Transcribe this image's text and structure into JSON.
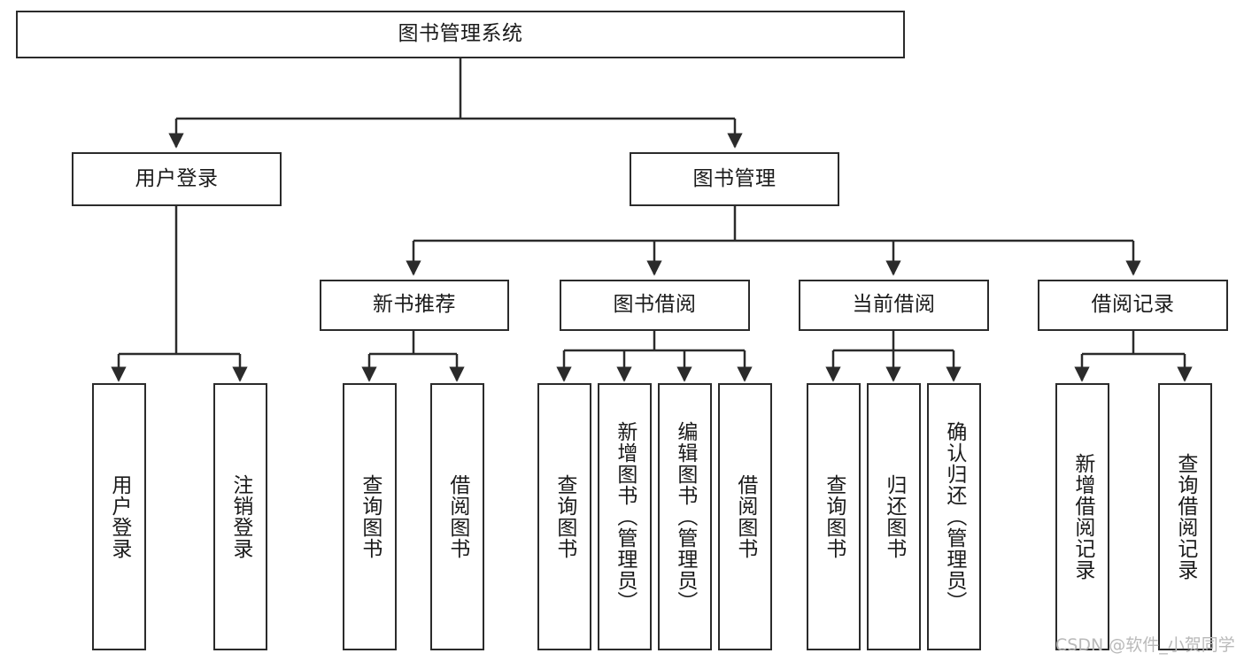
{
  "diagram": {
    "title": "图书管理系统",
    "type": "tree",
    "watermark": "CSDN @软件_小贺同学",
    "nodes": {
      "root": {
        "label": "图书管理系统",
        "orientation": "horizontal"
      },
      "l2_user_login": {
        "label": "用户登录",
        "orientation": "horizontal"
      },
      "l2_book_mgmt": {
        "label": "图书管理",
        "orientation": "horizontal"
      },
      "l3_new_book_rec": {
        "label": "新书推荐",
        "orientation": "horizontal"
      },
      "l3_book_borrow": {
        "label": "图书借阅",
        "orientation": "horizontal"
      },
      "l3_current_borrow": {
        "label": "当前借阅",
        "orientation": "horizontal"
      },
      "l3_borrow_record": {
        "label": "借阅记录",
        "orientation": "horizontal"
      },
      "leaf_user_login": {
        "label": "用户登录",
        "orientation": "vertical"
      },
      "leaf_logout": {
        "label": "注销登录",
        "orientation": "vertical"
      },
      "leaf_query_books_1": {
        "label": "查询图书",
        "orientation": "vertical"
      },
      "leaf_borrow_books_1": {
        "label": "借阅图书",
        "orientation": "vertical"
      },
      "leaf_query_books_2": {
        "label": "查询图书",
        "orientation": "vertical"
      },
      "leaf_add_book": {
        "label": "新增图书（管理员）",
        "orientation": "vertical"
      },
      "leaf_edit_book": {
        "label": "编辑图书（管理员）",
        "orientation": "vertical"
      },
      "leaf_borrow_books_2": {
        "label": "借阅图书",
        "orientation": "vertical"
      },
      "leaf_query_books_3": {
        "label": "查询图书",
        "orientation": "vertical"
      },
      "leaf_return_book": {
        "label": "归还图书",
        "orientation": "vertical"
      },
      "leaf_confirm_return": {
        "label": "确认归还（管理员）",
        "orientation": "vertical"
      },
      "leaf_add_record": {
        "label": "新增借阅记录",
        "orientation": "vertical"
      },
      "leaf_query_record": {
        "label": "查询借阅记录",
        "orientation": "vertical"
      }
    },
    "colors": {
      "box_border": "#2b2b2b",
      "box_fill": "#ffffff",
      "connector": "#2b2b2b",
      "text": "#1a1a1a",
      "watermark": "#b9b9b9",
      "background": "#ffffff"
    }
  }
}
